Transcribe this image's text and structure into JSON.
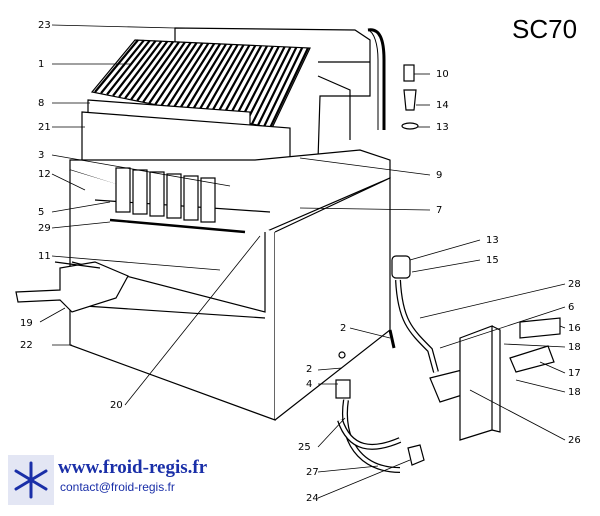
{
  "model": "SC70",
  "footer": {
    "website": "www.froid-regis.fr",
    "contact": "contact@froid-regis.fr"
  },
  "callouts": [
    "23",
    "1",
    "8",
    "21",
    "3",
    "12",
    "5",
    "29",
    "11",
    "19",
    "22",
    "20",
    "10",
    "14",
    "13",
    "9",
    "7",
    "13",
    "15",
    "28",
    "6",
    "2",
    "16",
    "18",
    "17",
    "18",
    "2",
    "4",
    "25",
    "26",
    "27",
    "24"
  ]
}
